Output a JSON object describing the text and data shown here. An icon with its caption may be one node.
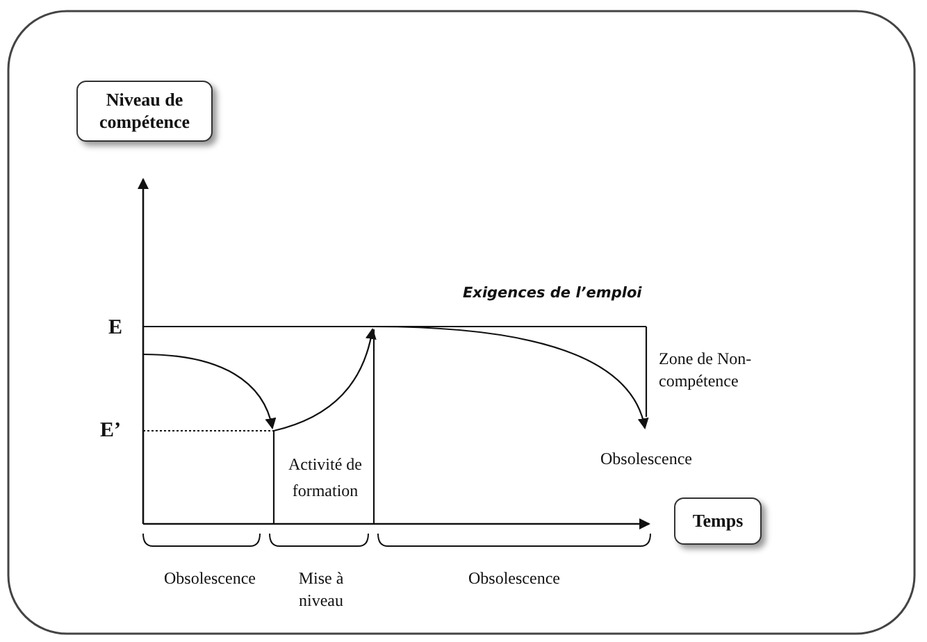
{
  "diagram": {
    "nodes": [
      {
        "text": [
          "Niveau de compétence"
        ]
      },
      {
        "text": [
          "Temps"
        ]
      }
    ],
    "labels": [
      "Exigences de l’emploi",
      "E",
      "Zone de Non-compétence",
      "E’",
      "Activité de formation",
      "Obsolescence",
      "Obsolescence",
      "Mise à niveau",
      "Obsolescence"
    ]
  }
}
